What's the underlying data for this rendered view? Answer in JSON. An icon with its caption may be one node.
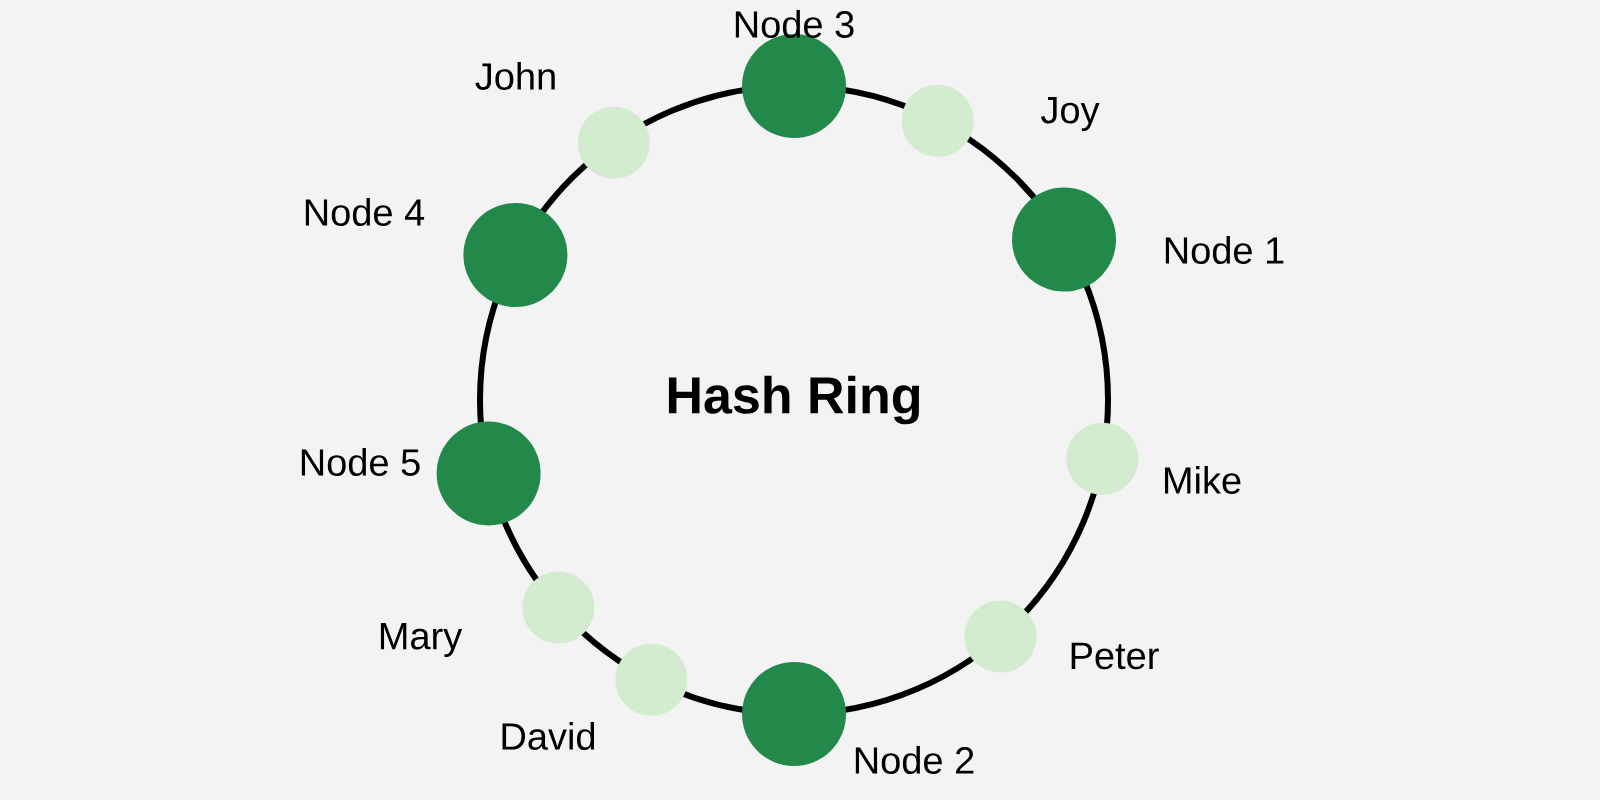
{
  "diagram": {
    "nodes": [
      {
        "text": [
          "Hash Ring"
        ]
      },
      {
        "text": [
          "Node 3"
        ]
      },
      {
        "text": [
          "Joy"
        ]
      },
      {
        "text": [
          "Node 1"
        ]
      },
      {
        "text": [
          "Mike"
        ]
      },
      {
        "text": [
          "Peter"
        ]
      },
      {
        "text": [
          "Node 2"
        ]
      },
      {
        "text": [
          "David"
        ]
      },
      {
        "text": [
          "Mary"
        ]
      },
      {
        "text": [
          "Node 5"
        ]
      },
      {
        "text": [
          "Node 4"
        ]
      },
      {
        "text": [
          "John"
        ]
      }
    ]
  }
}
